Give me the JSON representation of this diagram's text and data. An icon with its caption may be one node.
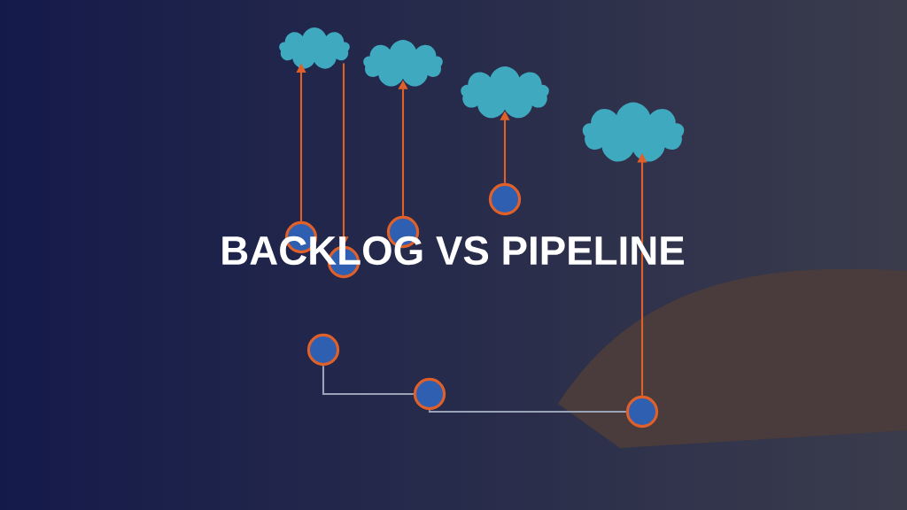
{
  "diagram": {
    "title": "BACKLOG VS PIPELINE",
    "nodes": [
      {
        "text": [],
        "shape": "cloud"
      },
      {
        "text": [],
        "shape": "cloud"
      },
      {
        "text": [],
        "shape": "cloud"
      },
      {
        "text": [],
        "shape": "cloud"
      },
      {
        "text": [],
        "shape": "circle"
      },
      {
        "text": [],
        "shape": "circle"
      },
      {
        "text": [],
        "shape": "circle"
      },
      {
        "text": [],
        "shape": "circle"
      },
      {
        "text": [],
        "shape": "circle"
      },
      {
        "text": [],
        "shape": "circle"
      },
      {
        "text": [],
        "shape": "circle"
      }
    ],
    "edges": [
      {
        "from": 4,
        "to": 0,
        "arrow": "to"
      },
      {
        "from": 0,
        "to": 5,
        "arrow": "to"
      },
      {
        "from": 6,
        "to": 1,
        "arrow": "to"
      },
      {
        "from": 7,
        "to": 2,
        "arrow": "to"
      },
      {
        "from": 10,
        "to": 3,
        "arrow": "to"
      },
      {
        "from": 8,
        "to": 9,
        "arrow": "none",
        "color": "#9aa4b8"
      },
      {
        "from": 9,
        "to": 10,
        "arrow": "none",
        "color": "#9aa4b8"
      }
    ]
  }
}
